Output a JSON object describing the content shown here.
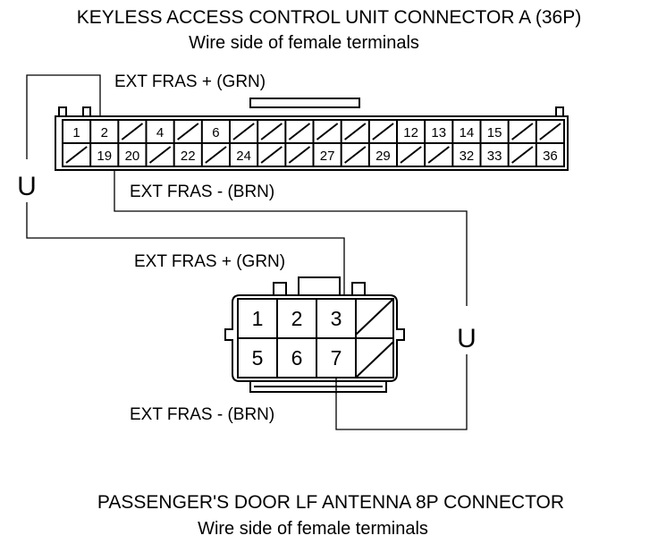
{
  "top_connector": {
    "title": "KEYLESS ACCESS CONTROL UNIT CONNECTOR A (36P)",
    "subtitle": "Wire side of female terminals",
    "upper_pins": [
      "1",
      "2",
      "",
      "4",
      "",
      "6",
      "",
      "",
      "",
      "",
      "",
      "",
      "12",
      "13",
      "14",
      "15",
      "",
      ""
    ],
    "lower_pins": [
      "",
      "19",
      "20",
      "",
      "22",
      "",
      "24",
      "",
      "",
      "27",
      "",
      "29",
      "",
      "",
      "32",
      "33",
      "",
      "36"
    ]
  },
  "bottom_connector": {
    "title": "PASSENGER'S DOOR LF ANTENNA 8P CONNECTOR",
    "subtitle": "Wire side of female terminals",
    "upper_pins": [
      "1",
      "2",
      "3",
      ""
    ],
    "lower_pins": [
      "5",
      "6",
      "7",
      ""
    ]
  },
  "wires": {
    "top_plus": "EXT FRAS +  (GRN)",
    "top_minus": "EXT FRAS -  (BRN)",
    "bottom_plus": "EXT FRAS +  (GRN)",
    "bottom_minus": "EXT FRAS -  (BRN)",
    "loop_left": "U",
    "loop_right": "U"
  }
}
